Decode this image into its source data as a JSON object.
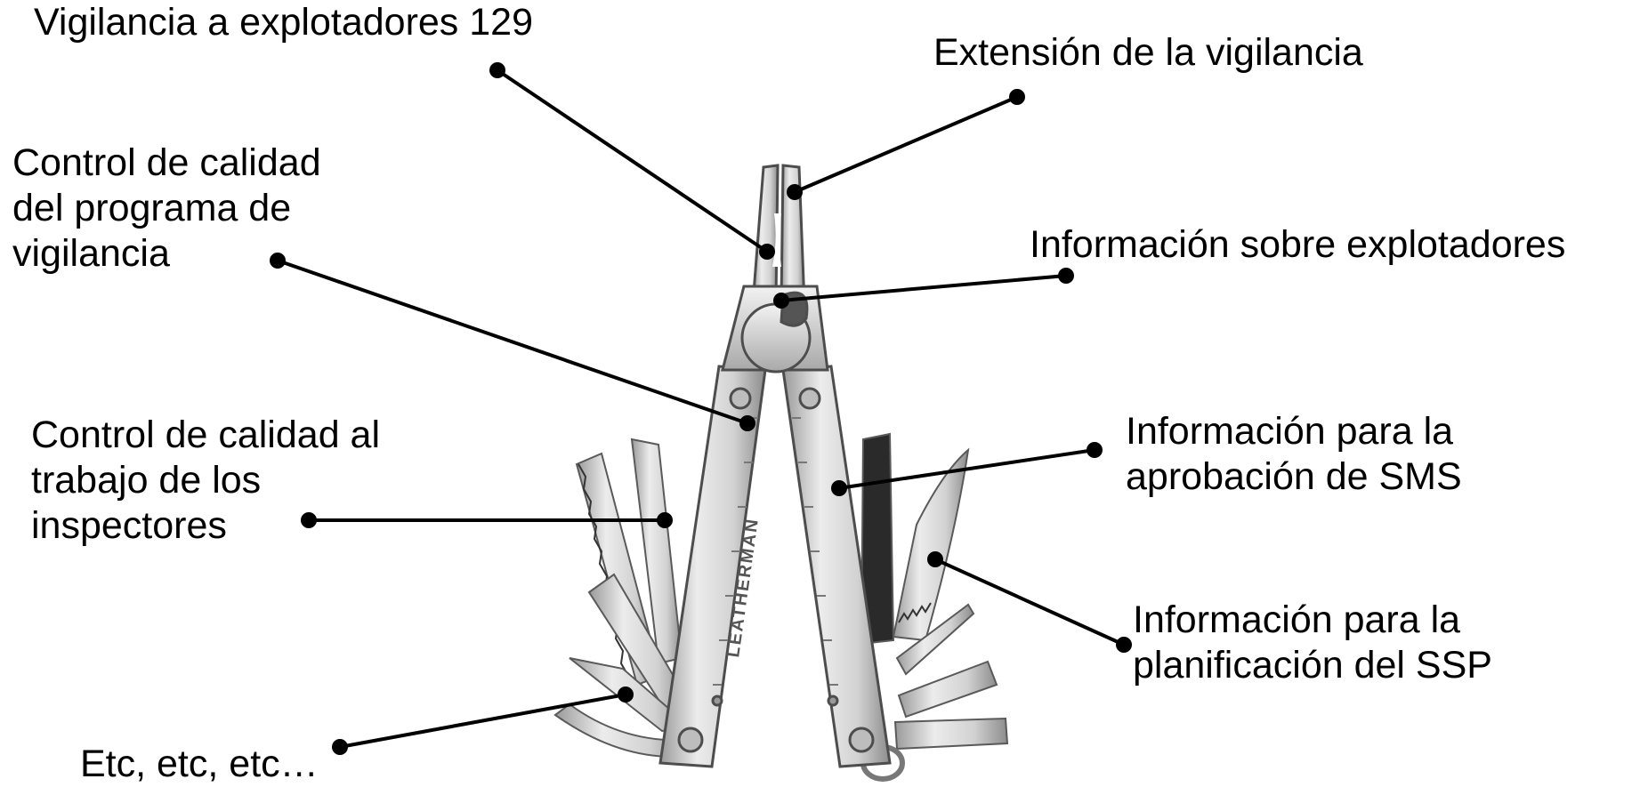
{
  "labels": {
    "vigilancia_explotadores": [
      "Vigilancia a explotadores 129"
    ],
    "extension_vigilancia": [
      "Extensión de la vigilancia"
    ],
    "control_calidad_programa": [
      "Control de calidad",
      "del programa de",
      "vigilancia"
    ],
    "informacion_explotadores": [
      "Información sobre explotadores"
    ],
    "control_calidad_inspectores": [
      "Control de calidad al",
      "trabajo de los",
      "inspectores"
    ],
    "informacion_sms": [
      "Información para la",
      "aprobación de SMS"
    ],
    "informacion_ssp": [
      "Información para la",
      "planificación del SSP"
    ],
    "etc": [
      "Etc, etc, etc…"
    ]
  },
  "colors": {
    "text": "#000000",
    "leader": "#000000",
    "steel_light": "#e4e4e4",
    "steel_mid": "#bdbdbd",
    "steel_dark": "#8a8a8a",
    "edge": "#4d4d4d",
    "grip_dark": "#2a2a2a"
  },
  "tool": {
    "name": "multitool-icon",
    "engraving": "LEATHERMAN"
  }
}
